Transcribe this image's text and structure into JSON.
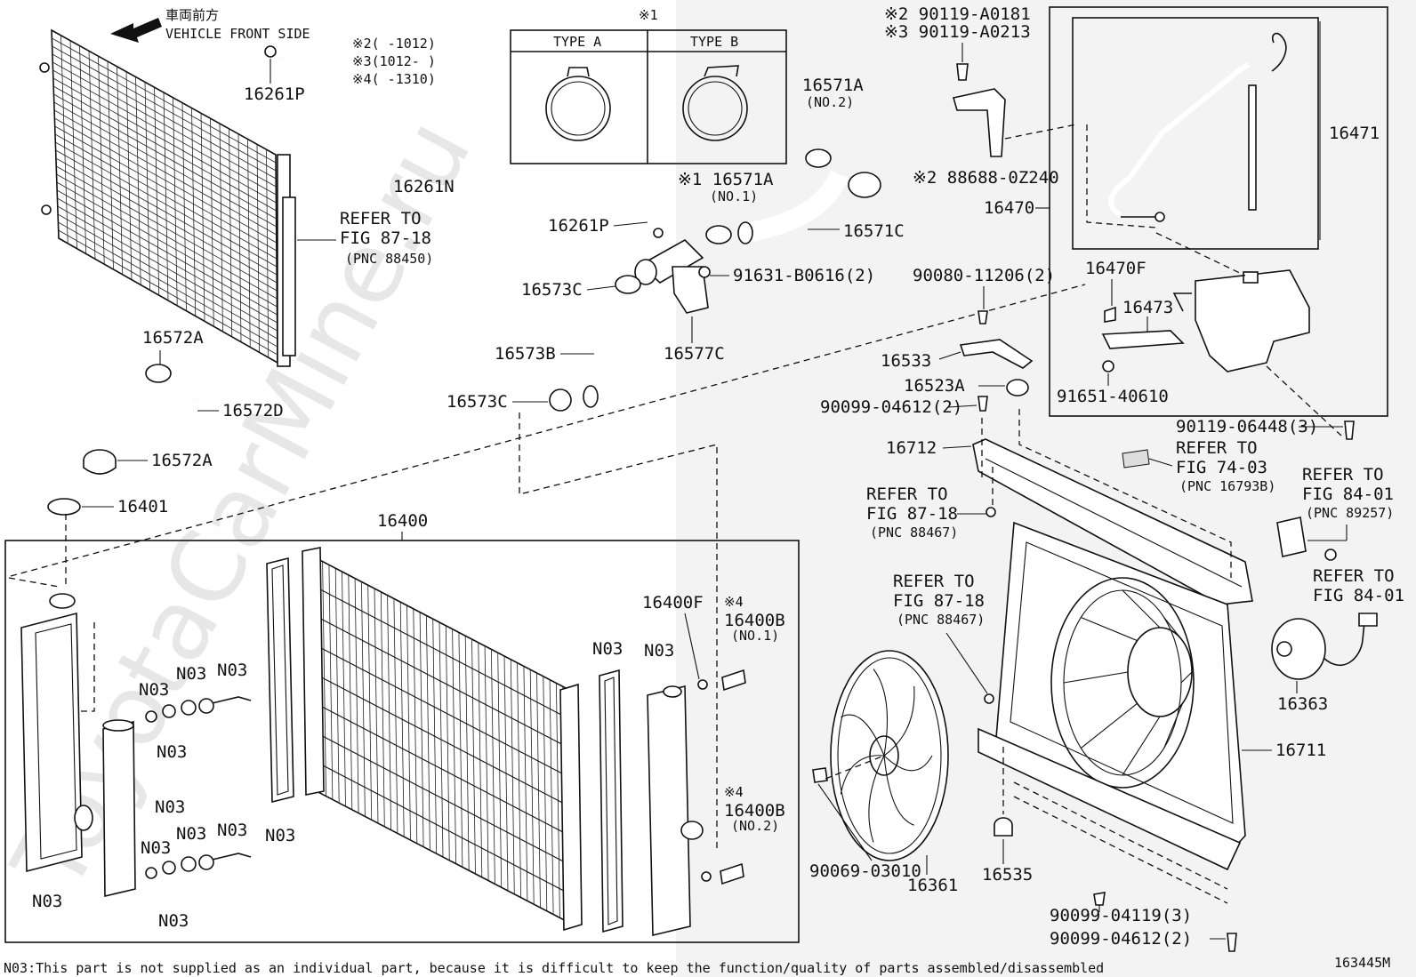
{
  "header": {
    "vehicle_front_jp": "車両前方",
    "vehicle_front_en": "VEHICLE FRONT SIDE"
  },
  "range_notes": {
    "n2": "※2(      -1012)",
    "n3": "※3(1012-      )",
    "n4": "※4(      -1310)"
  },
  "clamp_types": {
    "mark": "※1",
    "type_a": "TYPE A",
    "type_b": "TYPE B"
  },
  "labels": {
    "p16261P_top": "16261P",
    "p16261N": "16261N",
    "p16261P_mid": "16261P",
    "p16571A_no2": "16571A",
    "p16571A_no2_sub": "(NO.2)",
    "p16571A_no1": "※1 16571A",
    "p16571A_no1_sub": "(NO.1)",
    "p16571C": "16571C",
    "p91631": "91631-B0616(2)",
    "p16573C_top": "16573C",
    "p16573B": "16573B",
    "p16577C": "16577C",
    "p16573C_bot": "16573C",
    "p16572A_top": "16572A",
    "p16572D": "16572D",
    "p16572A_bot": "16572A",
    "p16401": "16401",
    "p16400": "16400",
    "p16400F": "16400F",
    "p16400B_1": "16400B",
    "p16400B_1_mark": "※4",
    "p16400B_1_sub": "(NO.1)",
    "p16400B_2": "16400B",
    "p16400B_2_mark": "※4",
    "p16400B_2_sub": "(NO.2)",
    "bolt2": "※2 90119-A0181",
    "bolt3": "※3 90119-A0213",
    "p88688": "※2 88688-0Z240",
    "p16471": "16471",
    "p16470": "16470",
    "p16470F": "16470F",
    "p16473": "16473",
    "p91651": "91651-40610",
    "p90080": "90080-11206(2)",
    "p16533": "16533",
    "p16523A": "16523A",
    "p90099_top": "90099-04612(2)",
    "p90119_06448": "90119-06448(3)",
    "p16712": "16712",
    "p16363": "16363",
    "p16711": "16711",
    "p90069": "90069-03010",
    "p16361": "16361",
    "p16535": "16535",
    "p90099_04119": "90099-04119(3)",
    "p90099_bot": "90099-04612(2)",
    "n03": "N03"
  },
  "refs": {
    "condenser_1": "REFER TO",
    "condenser_2": "FIG 87-18",
    "condenser_3": "(PNC 88450)",
    "fig74_1": "REFER TO",
    "fig74_2": "FIG 74-03",
    "fig74_3": "(PNC 16793B)",
    "fig84a_1": "REFER TO",
    "fig84a_2": "FIG 84-01",
    "fig84a_3": "(PNC 89257)",
    "fig84b_1": "REFER TO",
    "fig84b_2": "FIG 84-01",
    "fig87a_1": "REFER TO",
    "fig87a_2": "FIG 87-18",
    "fig87a_3": "(PNC 88467)",
    "fig87b_1": "REFER TO",
    "fig87b_2": "FIG 87-18",
    "fig87b_3": "(PNC 88467)"
  },
  "footer": {
    "note": "N03:This part is not supplied as an individual part, because it is difficult to keep the function/quality of parts assembled/disassembled",
    "diagram_id": "163445M"
  },
  "watermark": "ToyotaCarMine.ru"
}
